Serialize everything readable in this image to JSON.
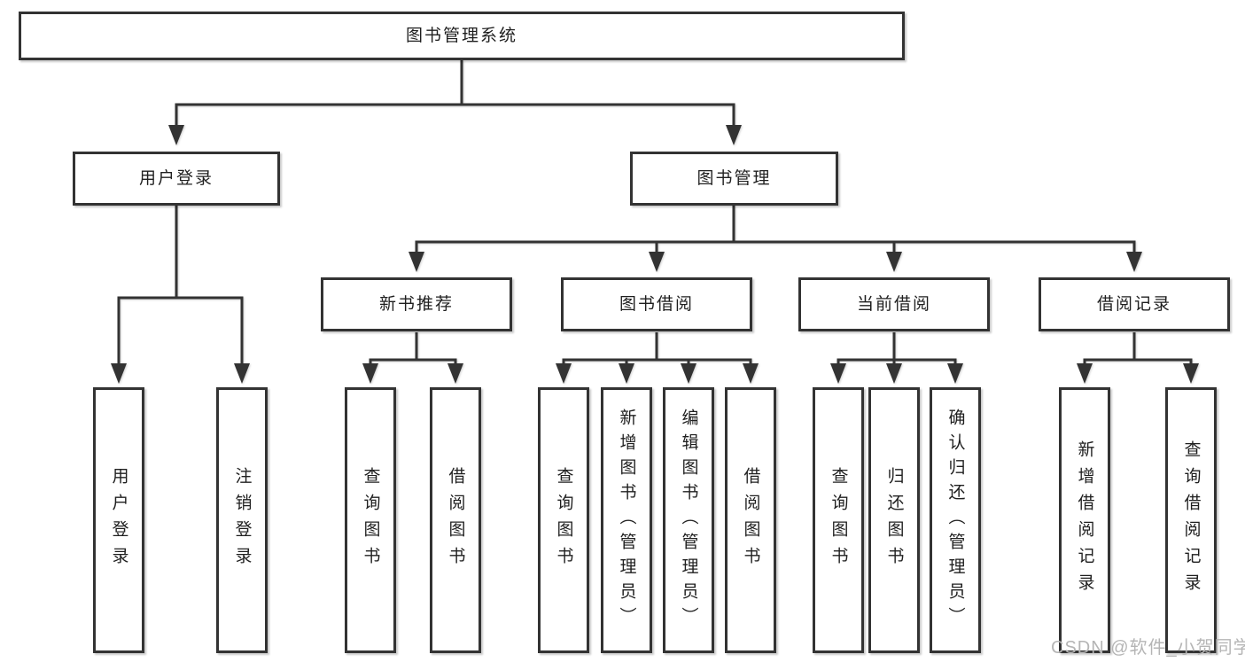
{
  "colors": {
    "line": "#333333",
    "box_border": "#333333",
    "box_background": "#ffffff",
    "text": "#1f1f1f",
    "watermark_text_color": "#b5b5b5"
  },
  "watermark": "CSDN @软件_小贺同学",
  "tree": {
    "label": "图书管理系统",
    "children": [
      {
        "label": "用户登录",
        "children": [
          {
            "label": "用户登录"
          },
          {
            "label": "注销登录"
          }
        ]
      },
      {
        "label": "图书管理",
        "children": [
          {
            "label": "新书推荐",
            "children": [
              {
                "label": "查询图书"
              },
              {
                "label": "借阅图书"
              }
            ]
          },
          {
            "label": "图书借阅",
            "children": [
              {
                "label": "查询图书"
              },
              {
                "label": "新增图书（管理员）"
              },
              {
                "label": "编辑图书（管理员）"
              },
              {
                "label": "借阅图书"
              }
            ]
          },
          {
            "label": "当前借阅",
            "children": [
              {
                "label": "查询图书"
              },
              {
                "label": "归还图书"
              },
              {
                "label": "确认归还（管理员）"
              }
            ]
          },
          {
            "label": "借阅记录",
            "children": [
              {
                "label": "新增借阅记录"
              },
              {
                "label": "查询借阅记录"
              }
            ]
          }
        ]
      }
    ]
  }
}
